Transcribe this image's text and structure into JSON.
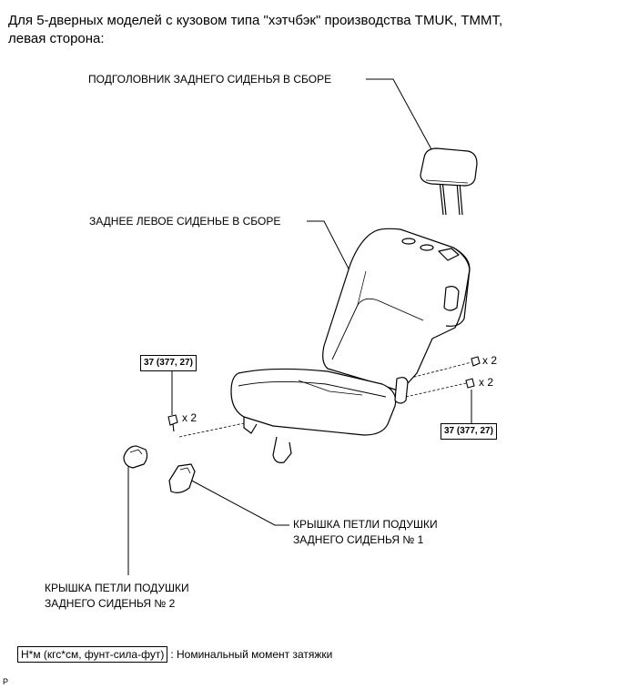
{
  "header": {
    "line1": "Для 5-дверных моделей с кузовом типа \"хэтчбэк\" производства TMUK, TMMT,",
    "line2": "левая сторона:"
  },
  "labels": {
    "headrest": "ПОДГОЛОВНИК ЗАДНЕГО СИДЕНЬЯ В СБОРЕ",
    "seat": "ЗАДНЕЕ ЛЕВОЕ СИДЕНЬЕ В СБОРЕ",
    "cover1_line1": "КРЫШКА ПЕТЛИ ПОДУШКИ",
    "cover1_line2": "ЗАДНЕГО СИДЕНЬЯ № 1",
    "cover2_line1": "КРЫШКА ПЕТЛИ ПОДУШКИ",
    "cover2_line2": "ЗАДНЕГО СИДЕНЬЯ № 2"
  },
  "torque": {
    "left": "37 (377, 27)",
    "right": "37 (377, 27)"
  },
  "multipliers": {
    "left": "x 2",
    "right_top": "x 2",
    "right_bottom": "x 2"
  },
  "legend": {
    "box": "Н*м (кгс*см, фунт-сила-фут)",
    "text": ": Номинальный момент затяжки"
  },
  "corner_mark": "P"
}
